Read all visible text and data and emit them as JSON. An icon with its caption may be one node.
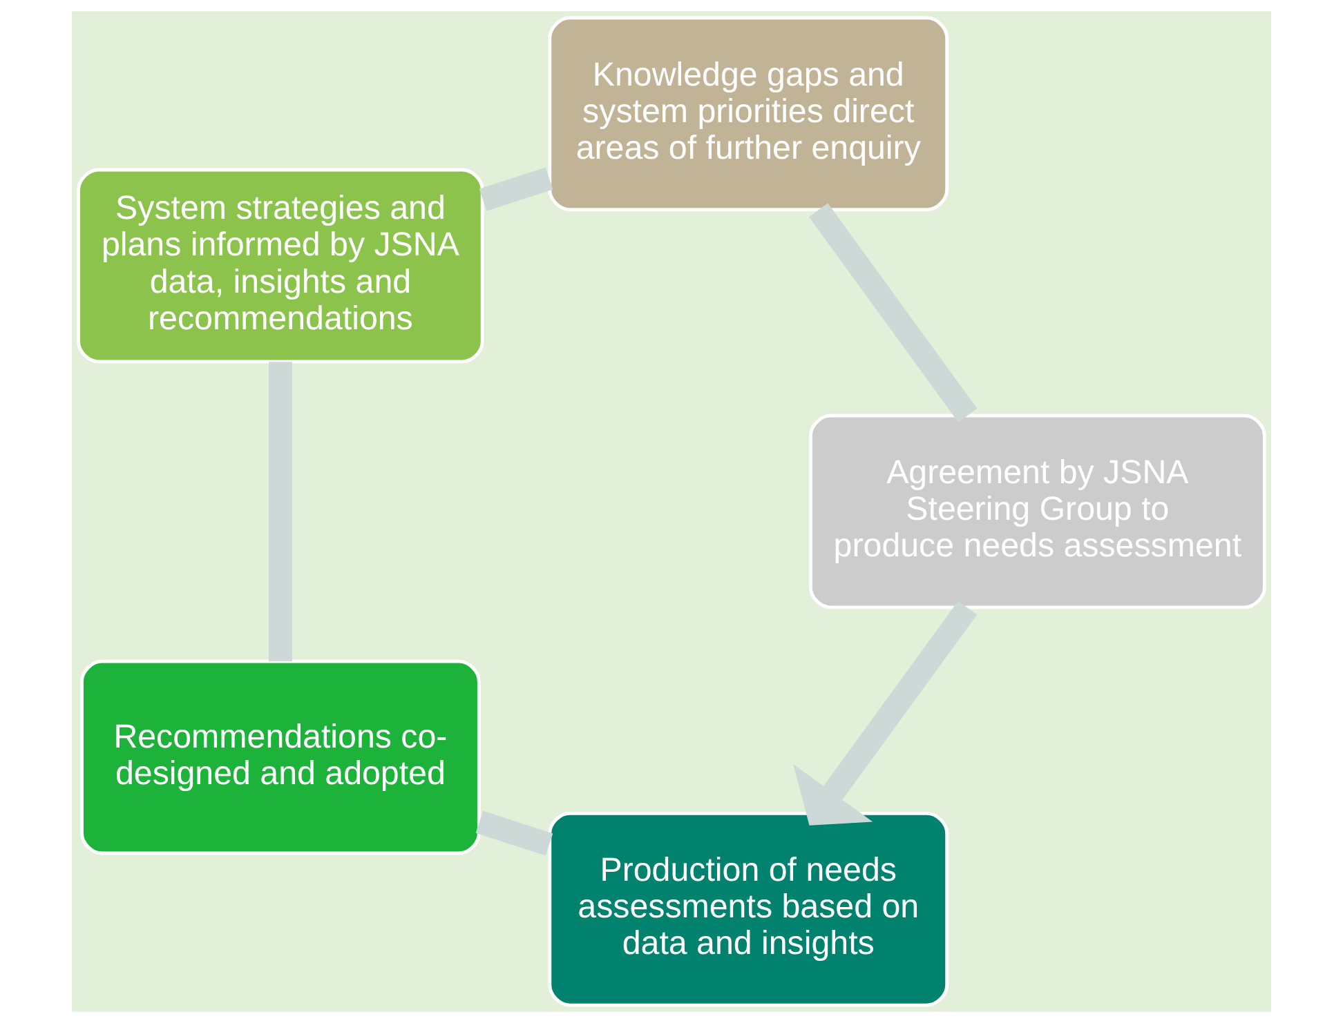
{
  "diagram": {
    "nodes": [
      {
        "text": [
          "Production of needs assessments based on data and insights"
        ]
      },
      {
        "text": [
          "Recommendations co-designed and adopted"
        ]
      },
      {
        "text": [
          "System strategies and plans informed by JSNA data, insights and recommendations"
        ]
      },
      {
        "text": [
          "Knowledge gaps and system priorities direct areas of further enquiry"
        ]
      },
      {
        "text": [
          "Agreement by JSNA Steering Group to produce needs assessment"
        ]
      }
    ],
    "edges": [
      {
        "from": 0,
        "to": 1,
        "arrow": "none"
      },
      {
        "from": 1,
        "to": 2,
        "arrow": "none"
      },
      {
        "from": 2,
        "to": 3,
        "arrow": "none"
      },
      {
        "from": 3,
        "to": 4,
        "arrow": "none"
      },
      {
        "from": 4,
        "to": 0,
        "arrow": "to"
      }
    ]
  }
}
